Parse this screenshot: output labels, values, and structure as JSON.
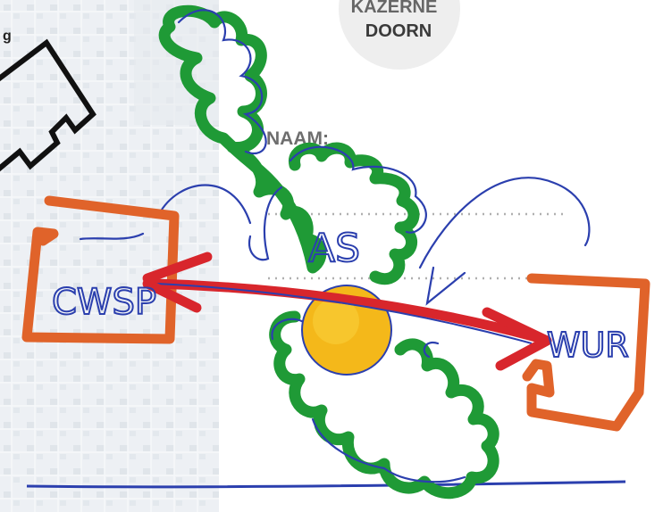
{
  "badge": {
    "line1": "KAZERNE",
    "line2": "DOORN"
  },
  "field": {
    "label": "NAAM:",
    "written_value": "AS"
  },
  "left_box": {
    "text": "CWSP"
  },
  "right_box": {
    "text": "WUR"
  },
  "corner_fragment": "g",
  "colors": {
    "cloud_green": "#1f9a36",
    "box_orange": "#e0632a",
    "arrow_red": "#d8262c",
    "ink_blue": "#2b3fae",
    "sun_yellow": "#f4b81a",
    "map_bg": "#e7ecf1",
    "print_gray": "#6e6e6e"
  }
}
